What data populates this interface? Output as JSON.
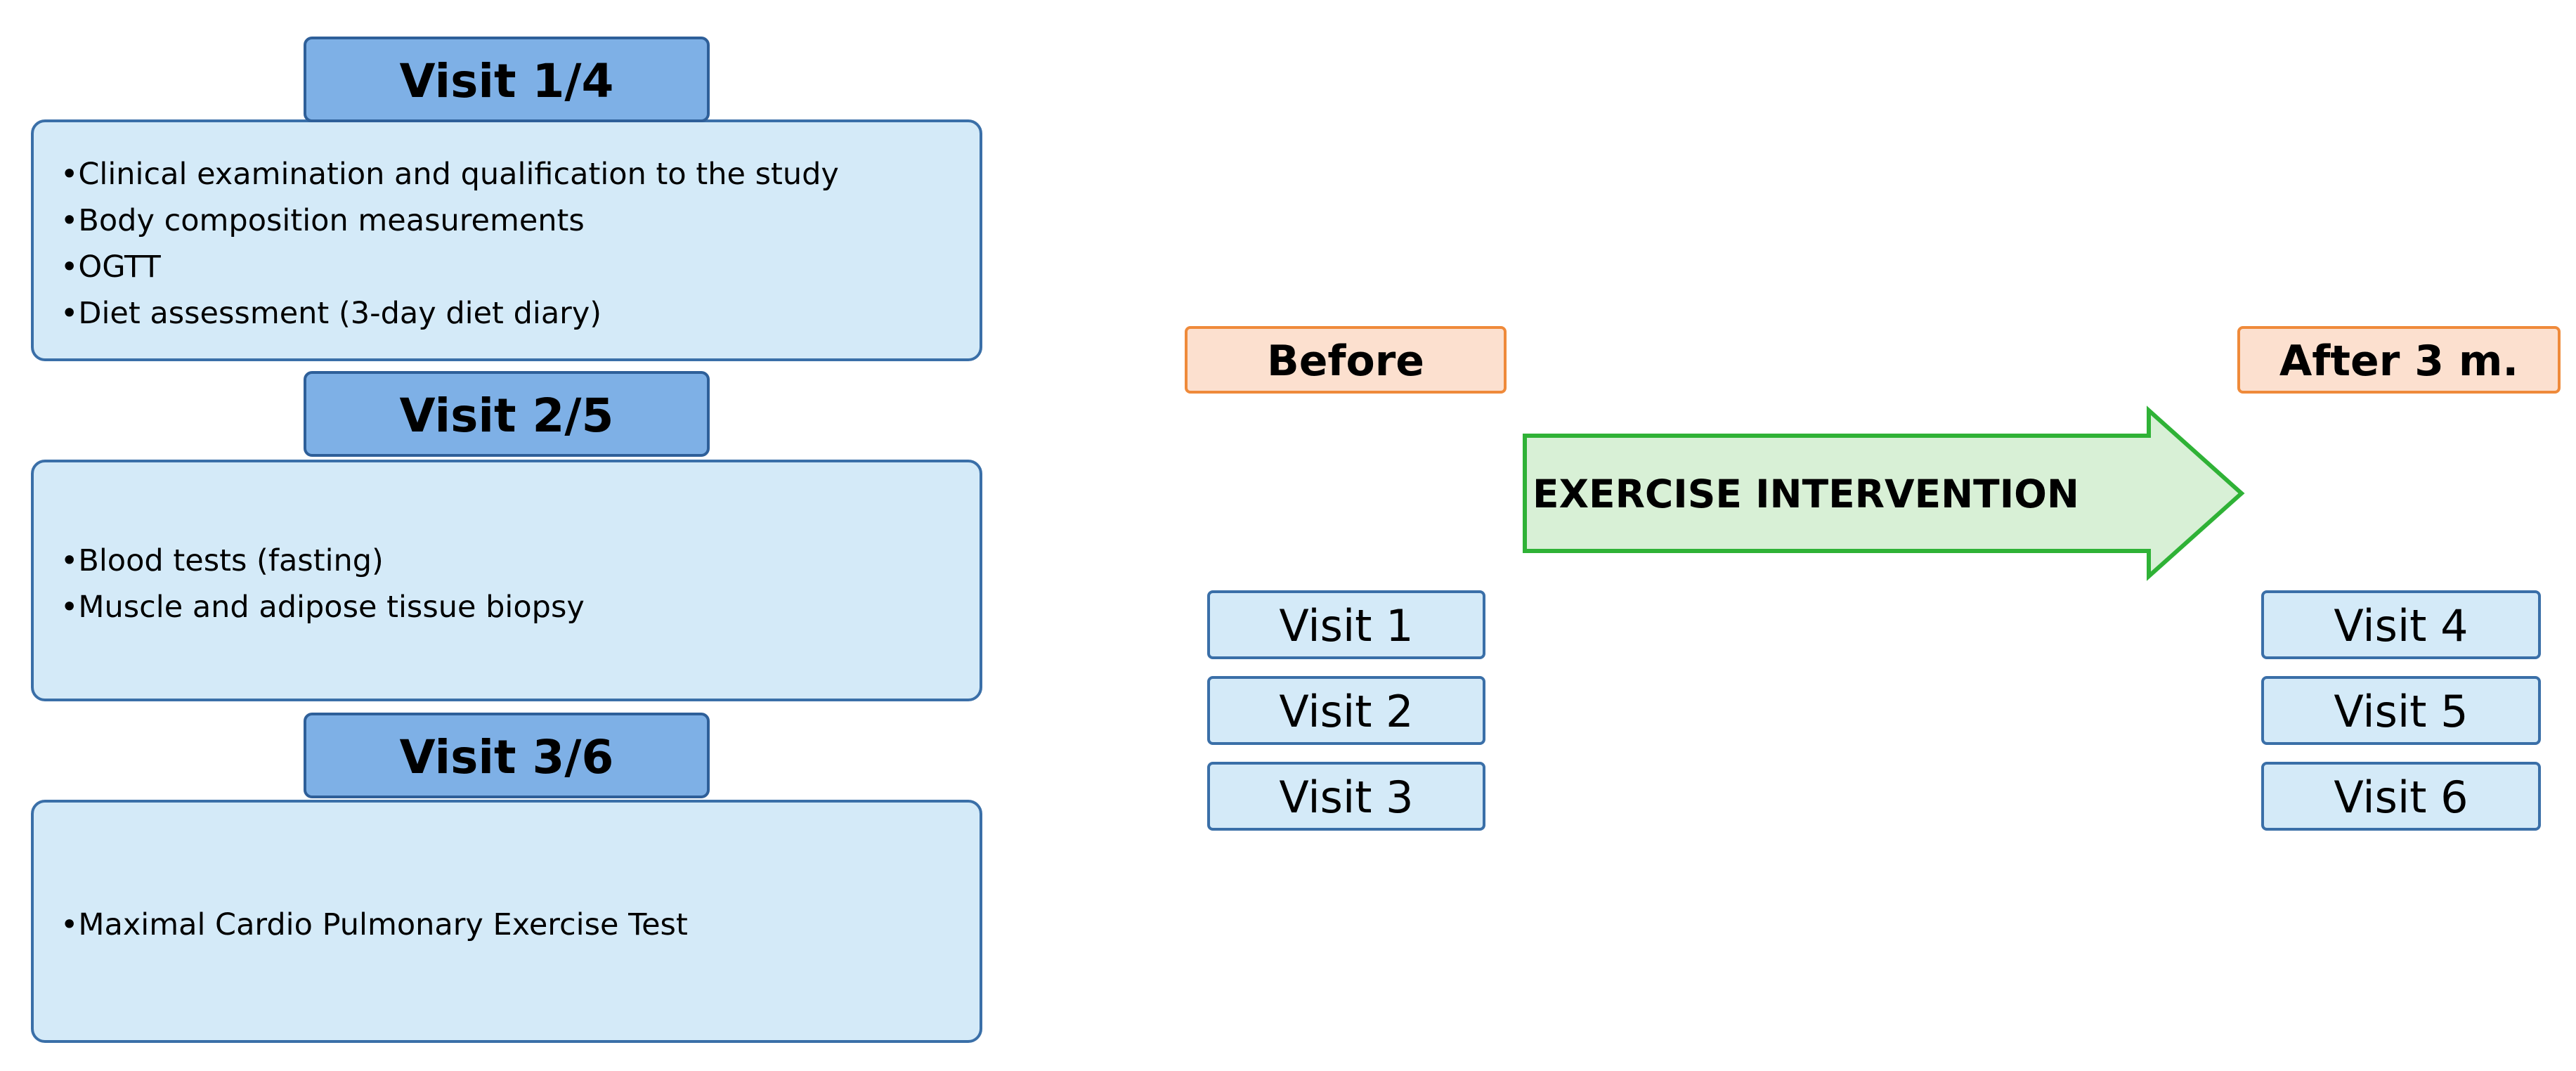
{
  "visits": [
    {
      "header": "Visit 1/4",
      "items": [
        "•Clinical examination and qualification to the study",
        "•Body composition measurements",
        "•OGTT",
        "•Diet assessment (3-day diet diary)"
      ]
    },
    {
      "header": "Visit 2/5",
      "items": [
        "•Blood tests (fasting)",
        "•Muscle and adipose tissue biopsy"
      ]
    },
    {
      "header": "Visit 3/6",
      "items": [
        "•Maximal Cardio Pulmonary Exercise Test"
      ]
    }
  ],
  "timeline": {
    "before_label": "Before",
    "after_label": "After 3 m.",
    "intervention_label": "EXERCISE INTERVENTION",
    "before_visits": [
      "Visit 1",
      "Visit 2",
      "Visit 3"
    ],
    "after_visits": [
      "Visit 4",
      "Visit 5",
      "Visit 6"
    ]
  }
}
